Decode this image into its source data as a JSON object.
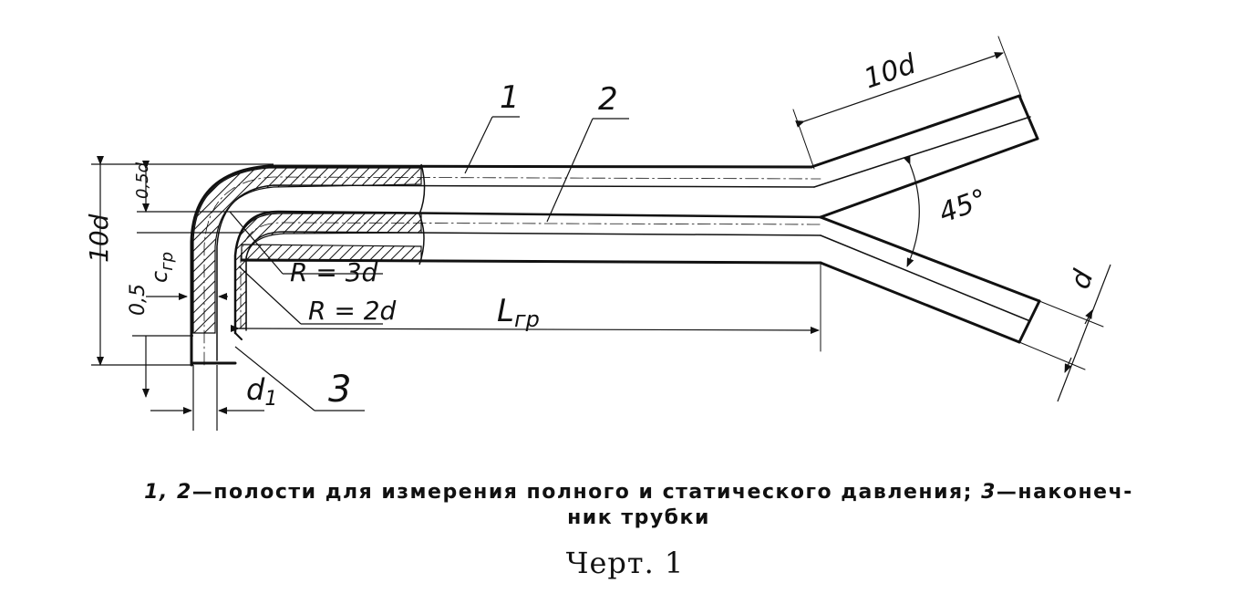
{
  "labels": {
    "n1": "1",
    "n2": "2",
    "n3": "3",
    "len10d_top": "10d",
    "angle": "45°",
    "d": "d",
    "wall": "0,5d",
    "height10d": "10d",
    "c_tr": "c",
    "c_tr_sub": "гр",
    "half": "0,5",
    "r3": "R = 3d",
    "r2": "R = 2d",
    "l_tr": "L",
    "l_tr_sub": "гр",
    "d1": "d",
    "d1_sub": "1"
  },
  "caption": {
    "num_a": "1, 2",
    "part_a": "—полости для измерения полного и статического давления;",
    "num_b": "3",
    "part_b": "—наконеч-",
    "line2": "ник трубки"
  },
  "figure_label": "Черт. 1"
}
